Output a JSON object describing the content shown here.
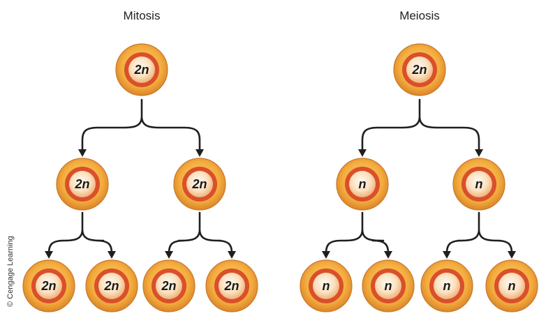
{
  "mitosis": {
    "title": "Mitosis",
    "generations": [
      {
        "cells": [
          {
            "label": "2n"
          }
        ]
      },
      {
        "cells": [
          {
            "label": "2n"
          },
          {
            "label": "2n"
          }
        ]
      },
      {
        "cells": [
          {
            "label": "2n"
          },
          {
            "label": "2n"
          },
          {
            "label": "2n"
          },
          {
            "label": "2n"
          }
        ]
      }
    ]
  },
  "meiosis": {
    "title": "Meiosis",
    "generations": [
      {
        "cells": [
          {
            "label": "2n"
          }
        ]
      },
      {
        "cells": [
          {
            "label": "n"
          },
          {
            "label": "n"
          }
        ]
      },
      {
        "cells": [
          {
            "label": "n"
          },
          {
            "label": "n"
          },
          {
            "label": "n"
          },
          {
            "label": "n"
          }
        ]
      }
    ]
  },
  "credit": "© Cengage Learning",
  "colors": {
    "cell_outer": "#f0a83a",
    "cell_ring": "#d9502a",
    "cell_inner": "#fbe6c9",
    "arrow": "#1f1f1f"
  }
}
